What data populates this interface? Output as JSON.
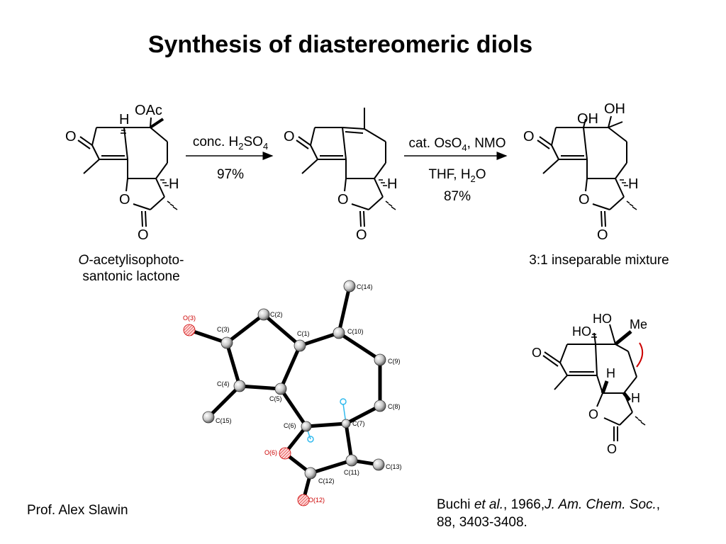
{
  "title": "Synthesis of diastereomeric diols",
  "atoms": {
    "o": "O",
    "h": "H",
    "oac": "OAc",
    "oh": "OH",
    "ho": "HO",
    "me": "Me"
  },
  "step1": {
    "reagent_pre": "conc. H",
    "sub1": "2",
    "reagent_mid": "SO",
    "sub2": "4",
    "yield": "97%"
  },
  "step2": {
    "line1_pre": "cat. OsO",
    "line1_sub": "4",
    "line1_post": ", NMO",
    "line2_pre": "THF, H",
    "line2_sub": "2",
    "line2_post": "O",
    "yield": "87%"
  },
  "caption_left": {
    "italic": "O",
    "rest1": "-acetylisophoto-",
    "line2": "santonic lactone"
  },
  "caption_right": "3:1 inseparable mixture",
  "xray_labels": {
    "c1": "C(1)",
    "c2": "C(2)",
    "c3": "C(3)",
    "c4": "C(4)",
    "c5": "C(5)",
    "c6": "C(6)",
    "c7": "C(7)",
    "c8": "C(8)",
    "c9": "C(9)",
    "c10": "C(10)",
    "c11": "C(11)",
    "c12": "C(12)",
    "c13": "C(13)",
    "c14": "C(14)",
    "c15": "C(15)",
    "o3": "O(3)",
    "o6": "O(6)",
    "o12": "O(12)"
  },
  "footer_left": "Prof. Alex Slawin",
  "reference": {
    "author": "Buchi ",
    "etal": "et al.",
    "year": ", 1966,",
    "journal": "J. Am. Chem. Soc.",
    "comma": ",",
    "line2": "88, 3403-3408."
  },
  "colors": {
    "oxygen_label": "#cc0000",
    "hydrogen": "#33bbee",
    "arc": "#cc0000"
  }
}
